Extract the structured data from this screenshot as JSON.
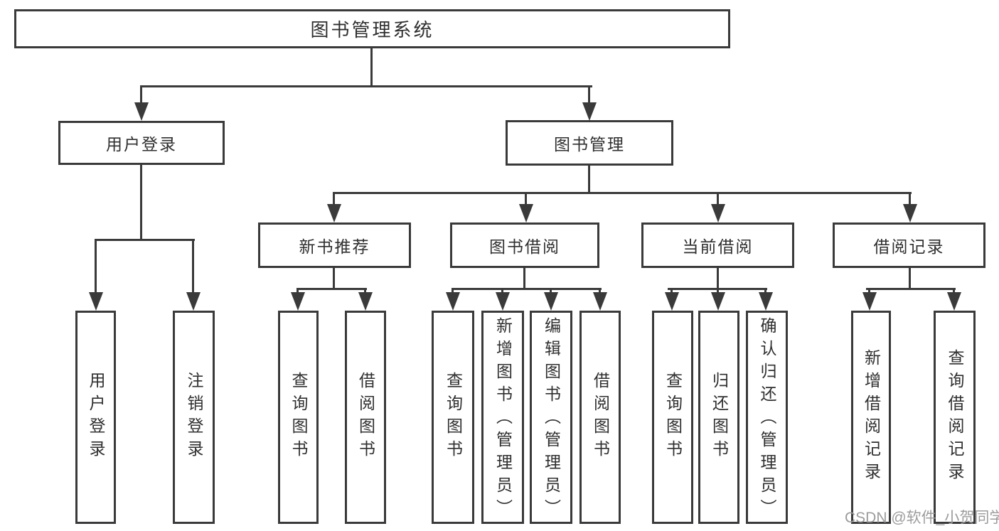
{
  "diagram": {
    "root": {
      "label": "图书管理系统"
    },
    "level2": [
      {
        "label": "用户登录",
        "children": [
          "用户登录",
          "注销登录"
        ]
      },
      {
        "label": "图书管理",
        "children": [
          {
            "label": "新书推荐",
            "children": [
              "查询图书",
              "借阅图书"
            ]
          },
          {
            "label": "图书借阅",
            "children": [
              "查询图书",
              "新增图书（管理员）",
              "编辑图书（管理员）",
              "借阅图书"
            ]
          },
          {
            "label": "当前借阅",
            "children": [
              "查询图书",
              "归还图书",
              "确认归还（管理员）"
            ]
          },
          {
            "label": "借阅记录",
            "children": [
              "新增借阅记录",
              "查询借阅记录"
            ]
          }
        ]
      }
    ]
  },
  "watermark": {
    "text": "CSDN @软件_小贺同学"
  },
  "colors": {
    "line": "#3a3a3a",
    "text": "#2f2f2f",
    "watermark": "#9c9c9c",
    "background": "#ffffff"
  }
}
